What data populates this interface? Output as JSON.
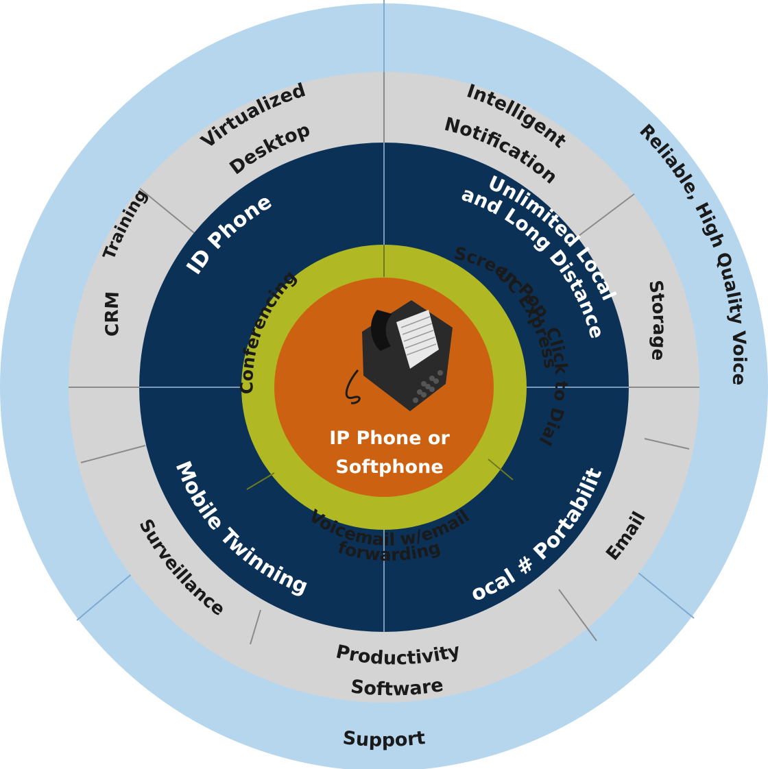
{
  "colors": {
    "background": "#ffffff",
    "outer_ring": "#b6d6ee",
    "outer_ring_line": "#7fa9cc",
    "gray_ring": "#d4d4d4",
    "gray_line": "#8a8a8a",
    "navy_ring": "#0c3157",
    "navy_line": "#7d9bb8",
    "green_ring": "#b0b823",
    "green_line": "#6f7a1c",
    "center": "#cc6211",
    "dark_text": "#1a1a1a",
    "light_text": "#ffffff"
  },
  "outer_ring": {
    "labels": [
      "Training",
      "Reliable, High Quality Voice",
      "Support"
    ]
  },
  "services_ring": {
    "labels": [
      "Virtualized Desktop",
      "Intelligent Notification",
      "CRM",
      "Storage",
      "Surveillance",
      "Email",
      "Productivity Software"
    ]
  },
  "feature_ring": {
    "labels": [
      "DID Phone #",
      "Unlimited Local and Long Distance",
      "Mobile Twinning",
      "Local # Portability"
    ]
  },
  "uc_ring": {
    "labels": [
      "Conferencing",
      "UC Express Screen Pop, Click to Dial",
      "Voicemail w/email forwarding"
    ]
  },
  "center": {
    "icon": "desk-phone-icon",
    "label_line1": "IP Phone or",
    "label_line2": "Softphone"
  }
}
